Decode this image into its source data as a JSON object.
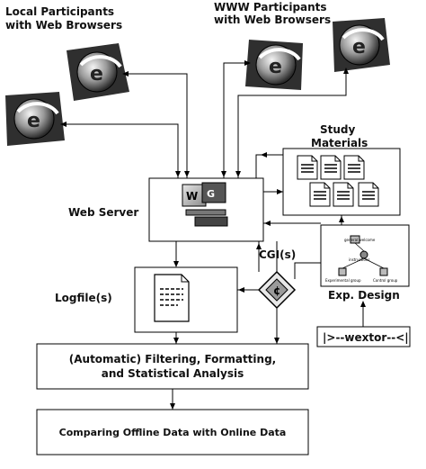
{
  "labels": {
    "local_participants_l1": "Local Participants",
    "local_participants_l2": "with Web Browsers",
    "www_participants_l1": "WWW Participants",
    "www_participants_l2": "with Web Browsers",
    "study_materials_l1": "Study",
    "study_materials_l2": "Materials",
    "web_server": "Web Server",
    "cgi": "CGI(s)",
    "logfiles": "Logfile(s)",
    "exp_design": "Exp. Design",
    "wextor": "|>--wextor--<|",
    "analysis_l1": "(Automatic) Filtering, Formatting,",
    "analysis_l2": "and Statistical Analysis",
    "comparing": "Comparing Offline Data with Online Data"
  },
  "exp_design_nodes": [
    "general welcome",
    "instructions",
    "Experimental group",
    "Control group"
  ],
  "icons": [
    "browser-icon",
    "server-icon",
    "document-icon",
    "cgi-icon"
  ],
  "colors": {
    "stroke": "#000000",
    "icon_dark": "#3a3a3a",
    "icon_light": "#d8d8d8"
  }
}
